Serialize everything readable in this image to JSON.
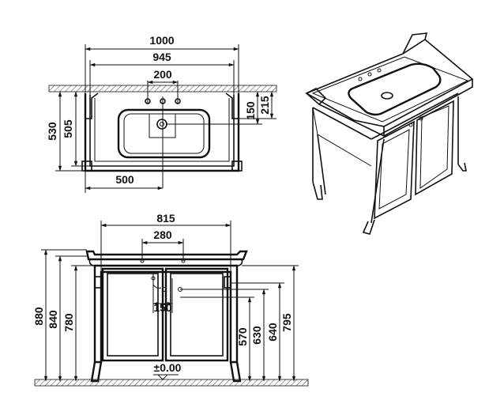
{
  "top_view": {
    "dims": {
      "overall_width": "1000",
      "inner_width": "945",
      "tap_spacing": "200",
      "depth_overall": "530",
      "depth_inner": "505",
      "front_offset": "500",
      "tap_to_wall": "150",
      "bowl_to_wall": "215"
    }
  },
  "front_view": {
    "dims": {
      "leg_span": "815",
      "hole_spacing": "280",
      "drain_center": "150",
      "height_880": "880",
      "height_840": "840",
      "height_780": "780",
      "height_570": "570",
      "height_630": "630",
      "height_640": "640",
      "height_795": "795",
      "floor_level": "±0.00"
    }
  }
}
